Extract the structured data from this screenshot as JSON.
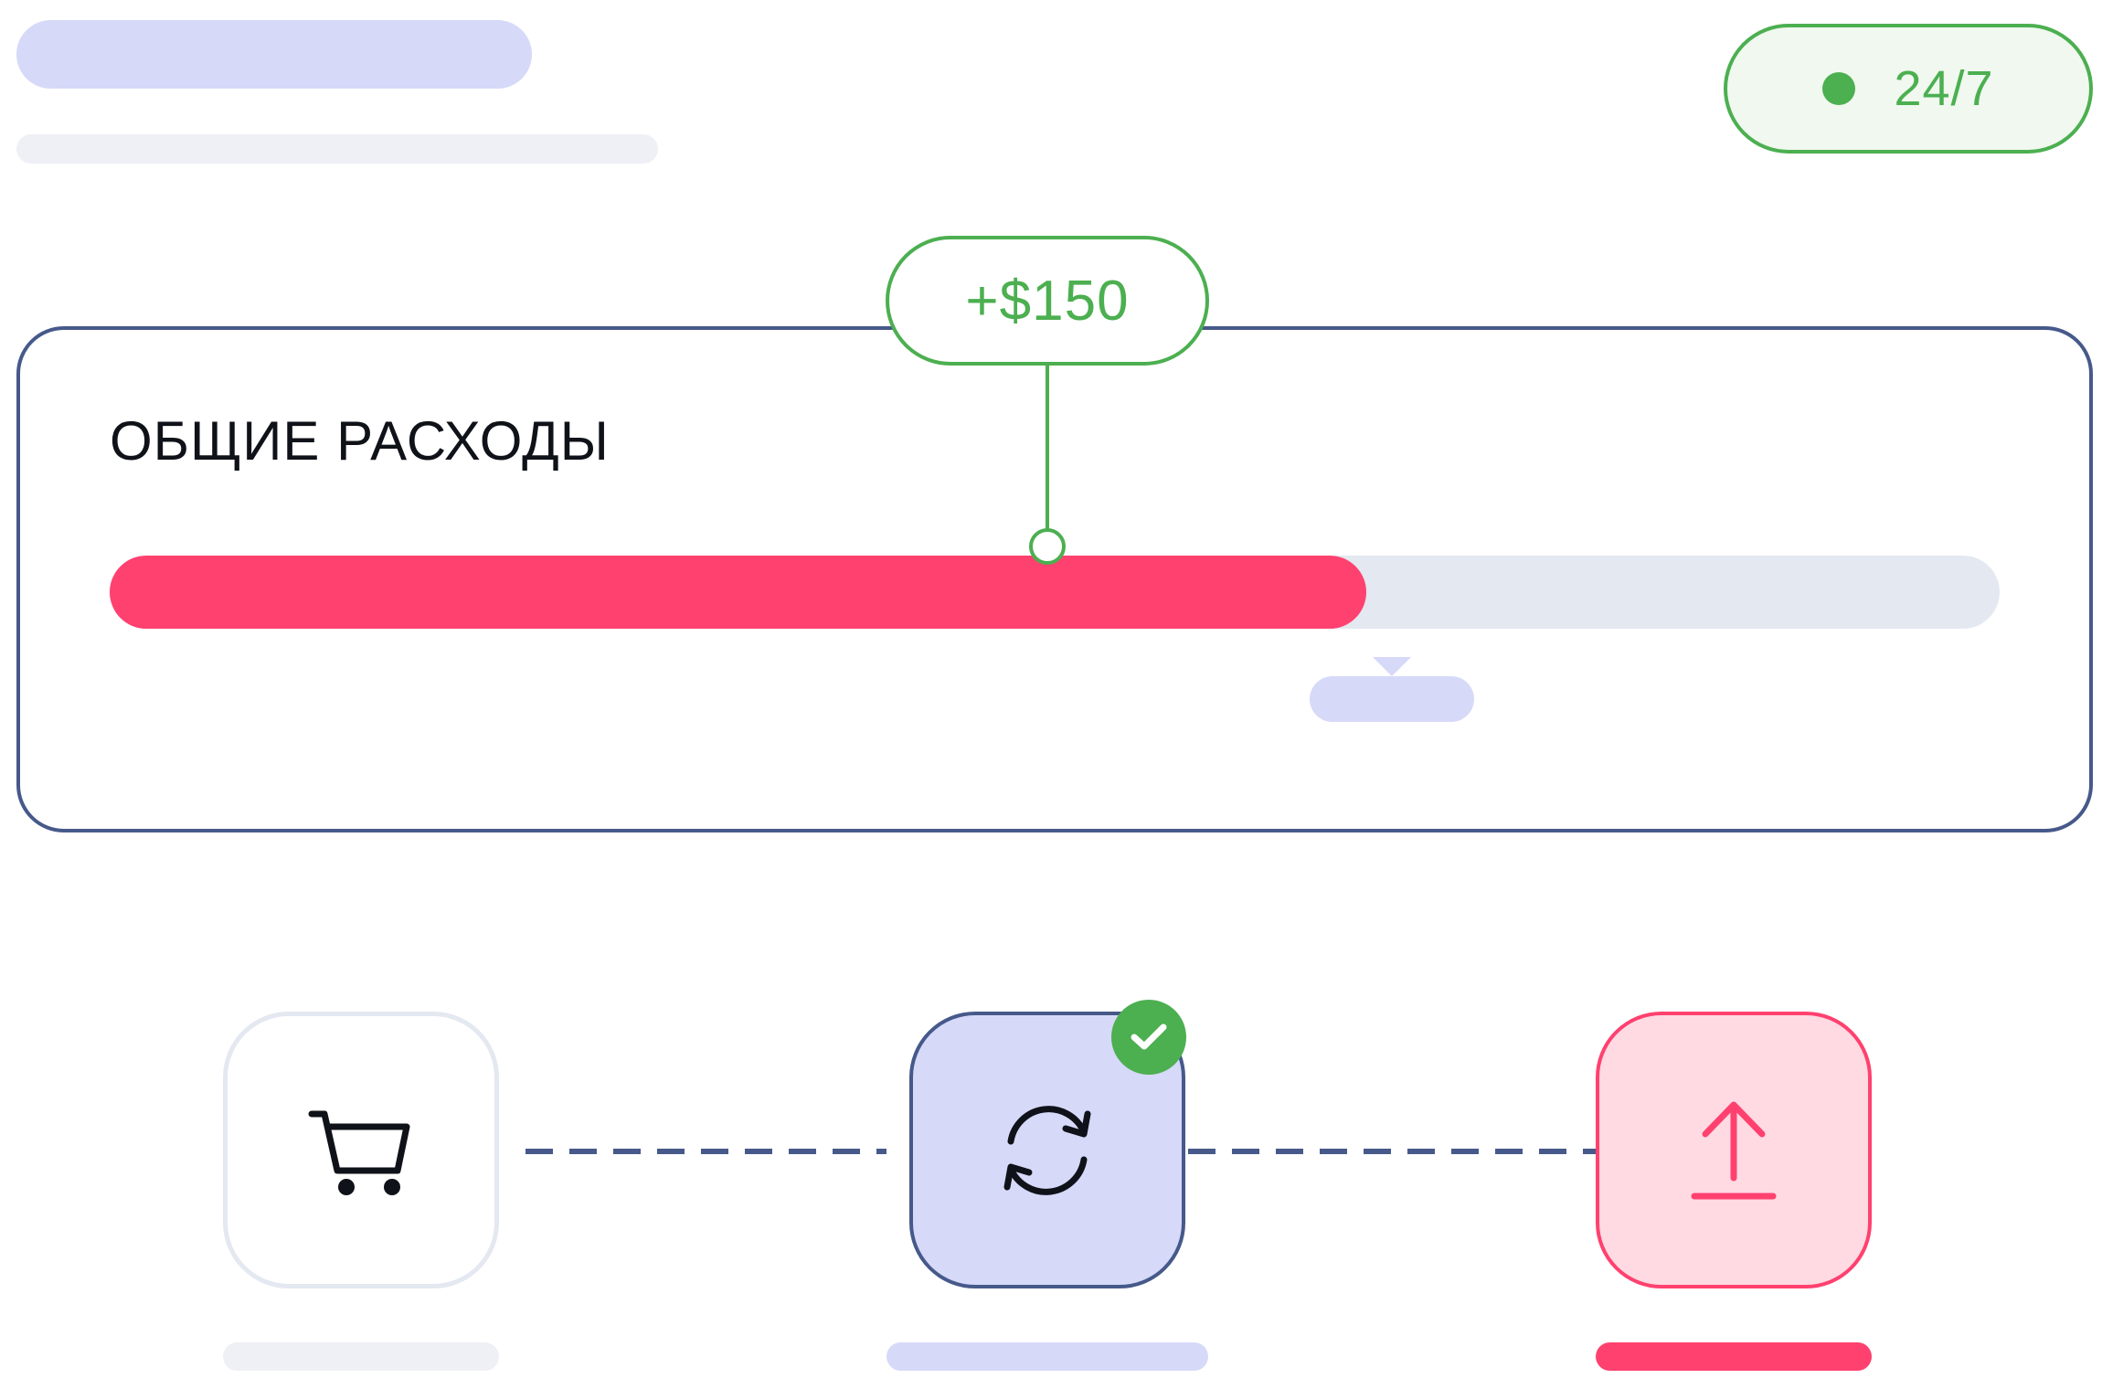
{
  "header": {
    "status": {
      "label": "24/7",
      "color": "#4caf50"
    }
  },
  "expense_card": {
    "title": "ОБЩИЕ РАСХОДЫ",
    "progress": 0.665,
    "callout": {
      "label": "+$150",
      "color": "#4caf50"
    },
    "fill_color": "#ff416f",
    "track_color": "#e4e8f0"
  },
  "steps": [
    {
      "icon": "cart-icon",
      "state": "default"
    },
    {
      "icon": "sync-icon",
      "state": "completed",
      "badge_icon": "check-icon"
    },
    {
      "icon": "upload-icon",
      "state": "active"
    }
  ],
  "colors": {
    "navy": "#46598a",
    "lavender": "#d6d9f8",
    "pink": "#ff416f",
    "green": "#4caf50"
  }
}
